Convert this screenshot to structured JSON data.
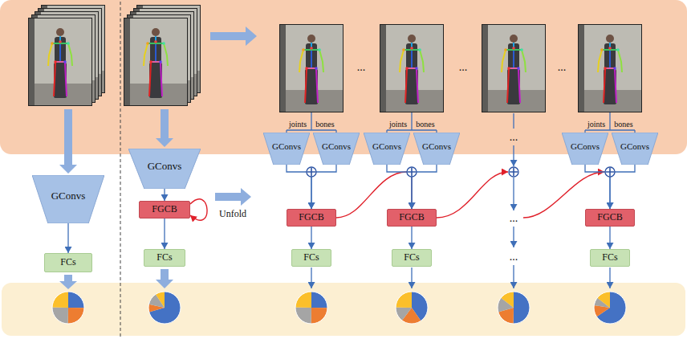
{
  "diagram": {
    "nodes": [
      {
        "text": [
          "GConvs"
        ]
      },
      {
        "text": [
          "FCs"
        ]
      },
      {
        "text": [
          "GConvs"
        ]
      },
      {
        "text": [
          "FGCB"
        ]
      },
      {
        "text": [
          "FCs"
        ]
      },
      {
        "text": [
          "GConvs"
        ]
      },
      {
        "text": [
          "GConvs"
        ]
      },
      {
        "text": [
          "FGCB"
        ]
      },
      {
        "text": [
          "FCs"
        ]
      },
      {
        "text": [
          "GConvs"
        ]
      },
      {
        "text": [
          "GConvs"
        ]
      },
      {
        "text": [
          "FGCB"
        ]
      },
      {
        "text": [
          "FCs"
        ]
      },
      {
        "text": [
          "GConvs"
        ]
      },
      {
        "text": [
          "GConvs"
        ]
      },
      {
        "text": [
          "FGCB"
        ]
      },
      {
        "text": [
          "FCs"
        ]
      }
    ],
    "edges": [
      {
        "from": 7,
        "to": 11,
        "arrow": "to"
      },
      {
        "from": 3,
        "to": 3,
        "arrow": "to"
      },
      {
        "from": 0,
        "to": 1,
        "arrow": "to"
      },
      {
        "from": 2,
        "to": 3,
        "arrow": "to"
      },
      {
        "from": 3,
        "to": 4,
        "arrow": "to"
      },
      {
        "from": 5,
        "to": 7,
        "arrow": "to"
      },
      {
        "from": 6,
        "to": 7,
        "arrow": "to"
      },
      {
        "from": 7,
        "to": 8,
        "arrow": "to"
      },
      {
        "from": 9,
        "to": 11,
        "arrow": "to"
      },
      {
        "from": 10,
        "to": 11,
        "arrow": "to"
      },
      {
        "from": 11,
        "to": 12,
        "arrow": "to"
      },
      {
        "from": 13,
        "to": 15,
        "arrow": "to"
      },
      {
        "from": 14,
        "to": 15,
        "arrow": "to"
      },
      {
        "from": 15,
        "to": 16,
        "arrow": "to"
      }
    ],
    "labels": [
      "...",
      "...",
      "...",
      "joints",
      "bones",
      "joints",
      "bones",
      "joints",
      "bones",
      "Unfold",
      "...",
      "...",
      "..."
    ]
  }
}
